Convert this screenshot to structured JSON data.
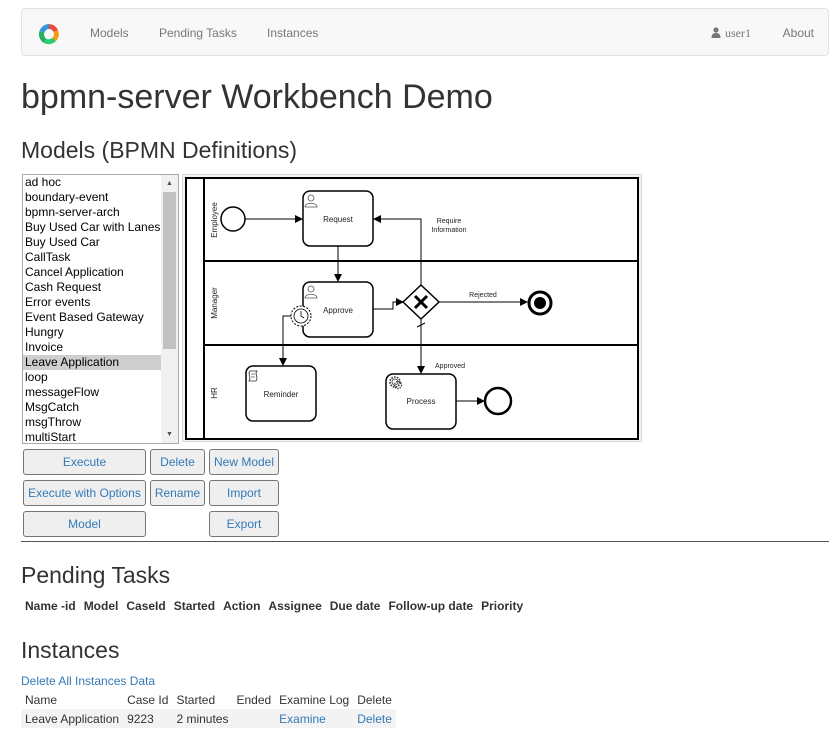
{
  "nav": {
    "models": "Models",
    "pending": "Pending Tasks",
    "instances": "Instances",
    "user": "user1",
    "about": "About"
  },
  "page_title": "bpmn-server Workbench Demo",
  "models_section": {
    "heading": "Models (BPMN Definitions)",
    "list": [
      "ad hoc",
      "boundary-event",
      "bpmn-server-arch",
      "Buy Used Car with Lanes",
      "Buy Used Car",
      "CallTask",
      "Cancel Application",
      "Cash Request",
      "Error events",
      "Event Based Gateway",
      "Hungry",
      "Invoice",
      "Leave Application",
      "loop",
      "messageFlow",
      "MsgCatch",
      "msgThrow",
      "multiStart"
    ],
    "selected": "Leave Application",
    "buttons": {
      "execute": "Execute",
      "delete": "Delete",
      "new_model": "New Model",
      "execute_options": "Execute with Options",
      "rename": "Rename",
      "import": "Import",
      "model": "Model",
      "export": "Export"
    }
  },
  "diagram": {
    "lanes": [
      "Employee",
      "Manager",
      "HR"
    ],
    "tasks": {
      "request": "Request",
      "approve": "Approve",
      "reminder": "Reminder",
      "process": "Process"
    },
    "flows": {
      "require_line1": "Require",
      "require_line2": "Information",
      "rejected": "Rejected",
      "approved": "Approved"
    }
  },
  "pending_section": {
    "heading": "Pending Tasks",
    "columns": [
      "Name -id",
      "Model",
      "CaseId",
      "Started",
      "Action",
      "Assignee",
      "Due date",
      "Follow-up date",
      "Priority"
    ]
  },
  "instances_section": {
    "heading": "Instances",
    "delete_all": "Delete All Instances Data",
    "columns": [
      "Name",
      "Case Id",
      "Started",
      "Ended",
      "Examine Log",
      "Delete"
    ],
    "rows": [
      {
        "name": "Leave Application",
        "case_id": "9223",
        "started": "2 minutes",
        "ended": "",
        "examine": "Examine",
        "delete": "Delete"
      }
    ]
  },
  "colors": {
    "link": "#337ab7",
    "navbar_bg": "#f8f8f8",
    "nav_text": "#777777",
    "selected_row": "#cecece"
  },
  "icons": [
    "app-logo-icon",
    "user-icon",
    "scroll-up-icon",
    "scroll-down-icon",
    "user-task-icon",
    "timer-icon",
    "script-icon",
    "service-gear-icon"
  ]
}
